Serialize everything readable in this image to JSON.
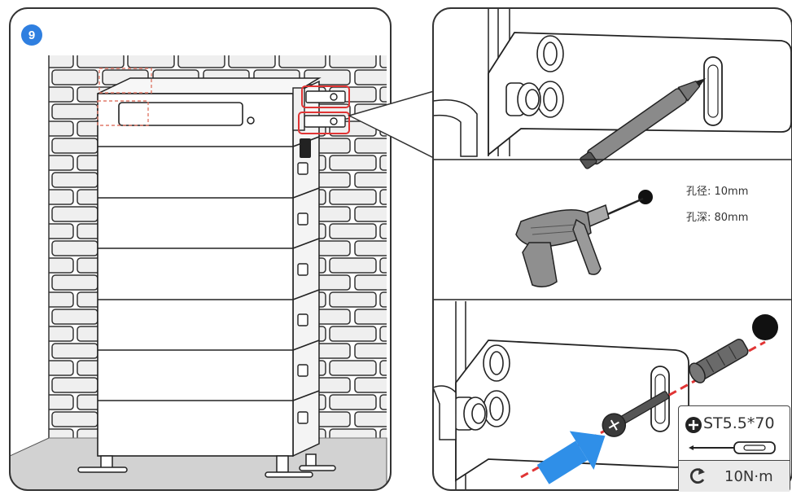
{
  "step": {
    "number": "9"
  },
  "drill": {
    "hole_diameter": "孔径: 10mm",
    "hole_depth": "孔深: 80mm"
  },
  "spec": {
    "screw": "ST5.5*70",
    "torque": "10N·m"
  },
  "colors": {
    "step_badge": "#2f7fe0",
    "highlight": "#e03434",
    "arrow": "#2f8fe8",
    "floor": "#d2d2d2",
    "brick": "#efefef",
    "outline": "#222222"
  },
  "icons": [
    "phillips-screw-icon",
    "screwdriver-icon",
    "torque-rotate-icon"
  ]
}
